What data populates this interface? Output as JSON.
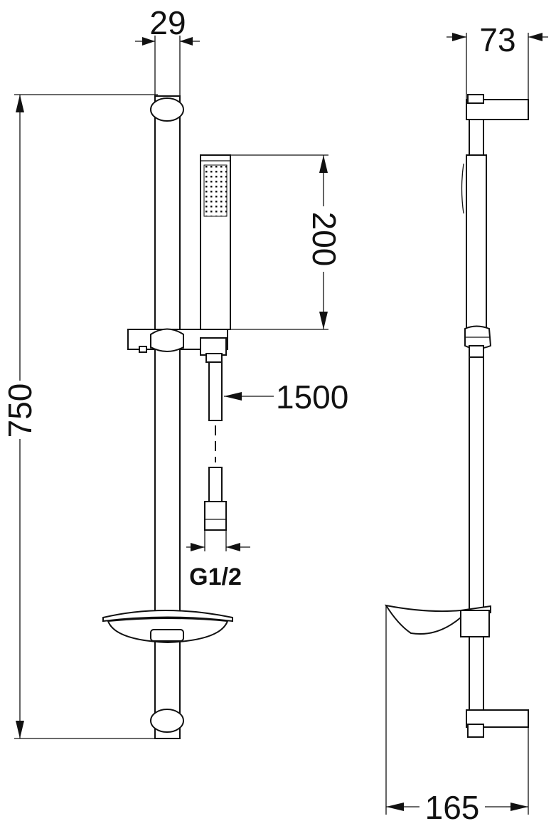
{
  "dimensions": {
    "rail_diameter": "29",
    "handshower_length": "200",
    "total_height": "750",
    "hose_length": "1500",
    "thread": "G1/2",
    "wall_projection": "73",
    "soap_dish_depth": "165"
  }
}
